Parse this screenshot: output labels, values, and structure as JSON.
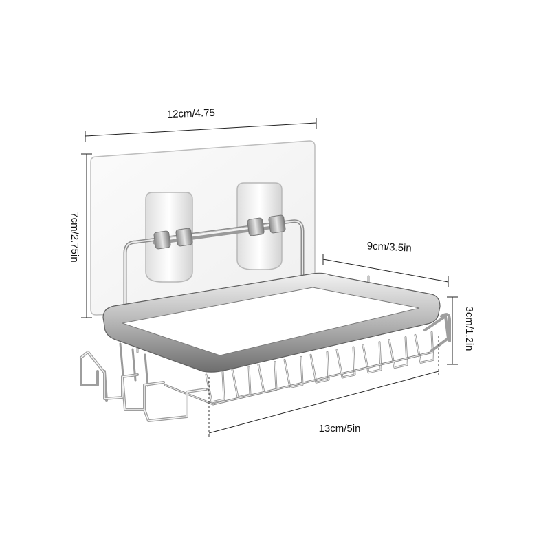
{
  "dimensions": {
    "plate_width": "12cm/4.75",
    "plate_height": "7cm/2.75in",
    "depth": "9cm/3.5in",
    "height": "3cm/1.2in",
    "length": "13cm/5in"
  },
  "colors": {
    "line": "#222222",
    "plate_fill": "#f6f6f6",
    "plate_edge": "#bdbdbd",
    "steel_light": "#ededed",
    "steel_mid": "#b5b5b5",
    "steel_dark": "#6a6a6a"
  }
}
